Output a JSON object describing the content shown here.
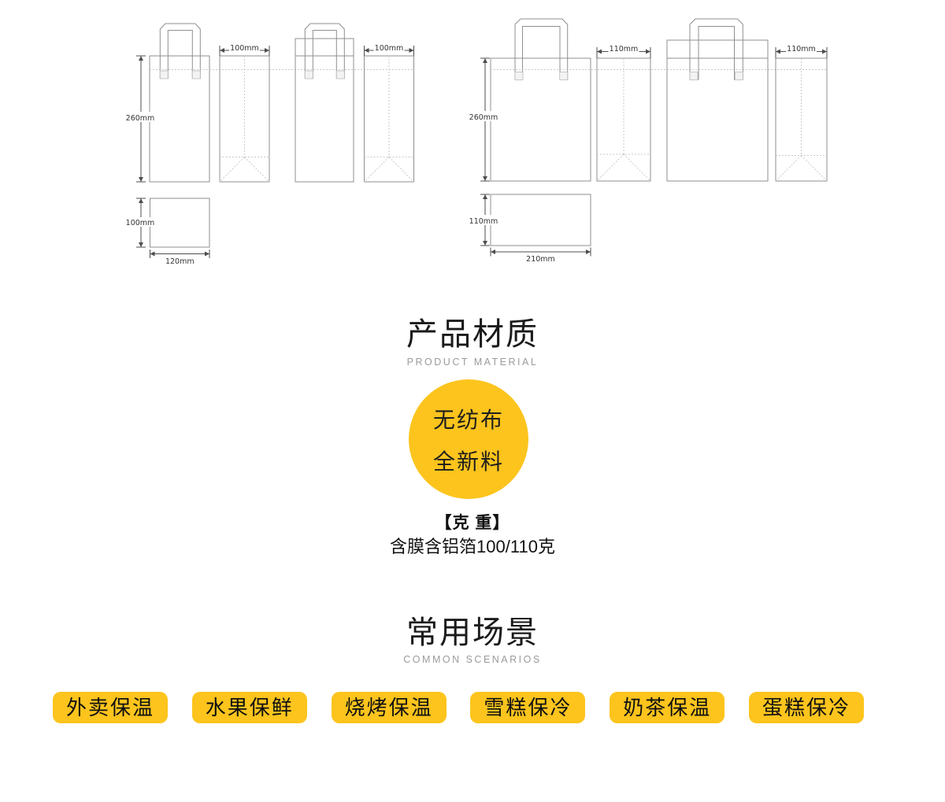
{
  "colors": {
    "accent": "#FCC41D"
  },
  "diagram": {
    "small_bag": {
      "height": "260mm",
      "side_width_1": "100mm",
      "side_width_2": "100mm",
      "bottom_depth": "100mm",
      "bottom_width": "120mm"
    },
    "large_bag": {
      "height": "260mm",
      "side_width_1": "110mm",
      "side_width_2": "110mm",
      "bottom_depth": "110mm",
      "bottom_width": "210mm"
    }
  },
  "material": {
    "title": "产品材质",
    "subtitle": "PRODUCT MATERIAL",
    "badge_line1": "无纺布",
    "badge_line2": "全新料",
    "weight_title": "【克 重】",
    "weight_desc": "含膜含铝箔100/110克"
  },
  "scenarios": {
    "title": "常用场景",
    "subtitle": "COMMON SCENARIOS",
    "items": [
      "外卖保温",
      "水果保鲜",
      "烧烤保温",
      "雪糕保冷",
      "奶茶保温",
      "蛋糕保冷"
    ]
  }
}
